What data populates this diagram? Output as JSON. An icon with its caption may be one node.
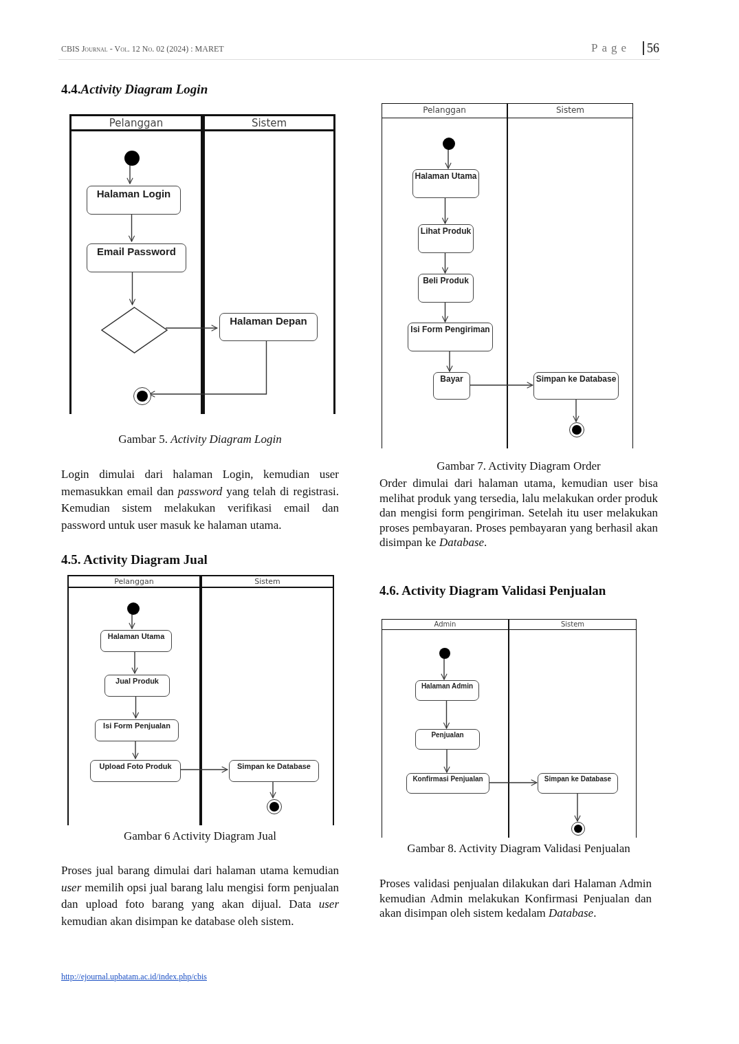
{
  "diagram": {
    "nodes": [
      {
        "text": [
          "Pelanggan"
        ]
      },
      {
        "text": [
          "Sistem"
        ]
      },
      {
        "text": [],
        "shape": "circle",
        "in": 0
      },
      {
        "text": [
          "Halaman Login"
        ],
        "in": 0
      },
      {
        "text": [
          "Email Password"
        ],
        "in": 0
      },
      {
        "text": [],
        "shape": "diamond",
        "in": 0
      },
      {
        "text": [
          "Halaman Depan"
        ],
        "in": 1
      },
      {
        "text": [],
        "shape": "circle",
        "in": 0
      },
      {
        "text": [
          "Pelanggan"
        ]
      },
      {
        "text": [
          "Sistem"
        ]
      },
      {
        "text": [],
        "shape": "circle",
        "in": 8
      },
      {
        "text": [
          "Halaman Utama"
        ],
        "in": 8
      },
      {
        "text": [
          "Jual Produk"
        ],
        "in": 8
      },
      {
        "text": [
          "Isi Form Penjualan"
        ],
        "in": 8
      },
      {
        "text": [
          "Upload Foto Produk"
        ],
        "in": 8
      },
      {
        "text": [
          "Simpan ke Database"
        ],
        "in": 9
      },
      {
        "text": [],
        "shape": "circle",
        "in": 9
      },
      {
        "text": [
          "Pelanggan"
        ]
      },
      {
        "text": [
          "Sistem"
        ]
      },
      {
        "text": [],
        "shape": "circle",
        "in": 17
      },
      {
        "text": [
          "Halaman Utama"
        ],
        "in": 17
      },
      {
        "text": [
          "Lihat Produk"
        ],
        "in": 17
      },
      {
        "text": [
          "Beli Produk"
        ],
        "in": 17
      },
      {
        "text": [
          "Isi Form Pengiriman"
        ],
        "in": 17
      },
      {
        "text": [
          "Bayar"
        ],
        "in": 17
      },
      {
        "text": [
          "Simpan ke Database"
        ],
        "in": 18
      },
      {
        "text": [],
        "shape": "circle",
        "in": 18
      },
      {
        "text": [
          "Admin"
        ]
      },
      {
        "text": [
          "Sistem"
        ]
      },
      {
        "text": [],
        "shape": "circle",
        "in": 27
      },
      {
        "text": [
          "Halaman Admin"
        ],
        "in": 27
      },
      {
        "text": [
          "Penjualan"
        ],
        "in": 27
      },
      {
        "text": [
          "Konfirmasi Penjualan"
        ],
        "in": 27
      },
      {
        "text": [
          "Simpan ke Database"
        ],
        "in": 28
      },
      {
        "text": [],
        "shape": "circle",
        "in": 28
      }
    ],
    "edges": [
      {
        "from": 2,
        "to": 3,
        "arrow": "to"
      },
      {
        "from": 3,
        "to": 4,
        "arrow": "to"
      },
      {
        "from": 4,
        "to": 5,
        "arrow": "to"
      },
      {
        "from": 5,
        "to": 6,
        "arrow": "to"
      },
      {
        "from": 6,
        "to": 7,
        "arrow": "to"
      },
      {
        "from": 10,
        "to": 11,
        "arrow": "to"
      },
      {
        "from": 11,
        "to": 12,
        "arrow": "to"
      },
      {
        "from": 12,
        "to": 13,
        "arrow": "to"
      },
      {
        "from": 13,
        "to": 14,
        "arrow": "to"
      },
      {
        "from": 14,
        "to": 15,
        "arrow": "to"
      },
      {
        "from": 15,
        "to": 16,
        "arrow": "to"
      },
      {
        "from": 19,
        "to": 20,
        "arrow": "to"
      },
      {
        "from": 20,
        "to": 21,
        "arrow": "to"
      },
      {
        "from": 21,
        "to": 22,
        "arrow": "to"
      },
      {
        "from": 22,
        "to": 23,
        "arrow": "to"
      },
      {
        "from": 23,
        "to": 24,
        "arrow": "to"
      },
      {
        "from": 24,
        "to": 25,
        "arrow": "to"
      },
      {
        "from": 25,
        "to": 26,
        "arrow": "to"
      },
      {
        "from": 29,
        "to": 30,
        "arrow": "to"
      },
      {
        "from": 30,
        "to": 31,
        "arrow": "to"
      },
      {
        "from": 31,
        "to": 32,
        "arrow": "to"
      },
      {
        "from": 32,
        "to": 33,
        "arrow": "to"
      },
      {
        "from": 33,
        "to": 34,
        "arrow": "to"
      }
    ],
    "labels": [
      "CBIS Journal - Vol. 12 No. 02 (2024) : MARET",
      "Page",
      "56",
      "4.4.*Activity Diagram Login*",
      "Gambar 5. *Activity Diagram Login*",
      "Login dimulai dari halaman Login, kemudian user memasukkan email dan *password* yang telah di registrasi. Kemudian sistem melakukan verifikasi email dan password untuk user masuk ke halaman utama.",
      "4.5. Activity Diagram Jual",
      "Gambar 6 Activity Diagram Jual",
      "Proses jual barang dimulai dari halaman utama kemudian *user* memilih opsi jual barang lalu mengisi form penjualan dan upload foto barang yang akan dijual. Data *user* kemudian akan disimpan ke database oleh sistem.",
      "Gambar 7. Activity Diagram Order",
      "Order dimulai dari halaman utama, kemudian user bisa melihat produk yang tersedia, lalu melakukan order produk dan mengisi form pengiriman. Setelah itu user melakukan proses pembayaran. Proses pembayaran yang berhasil akan disimpan ke *Database*.",
      "4.6. Activity Diagram Validasi Penjualan",
      "Gambar 8. Activity Diagram Validasi Penjualan",
      "Proses validasi penjualan dilakukan dari Halaman Admin kemudian Admin melakukan Konfirmasi Penjualan dan akan disimpan oleh sistem kedalam *Database*.",
      "http://ejournal.upbatam.ac.id/index.php/cbis"
    ]
  }
}
